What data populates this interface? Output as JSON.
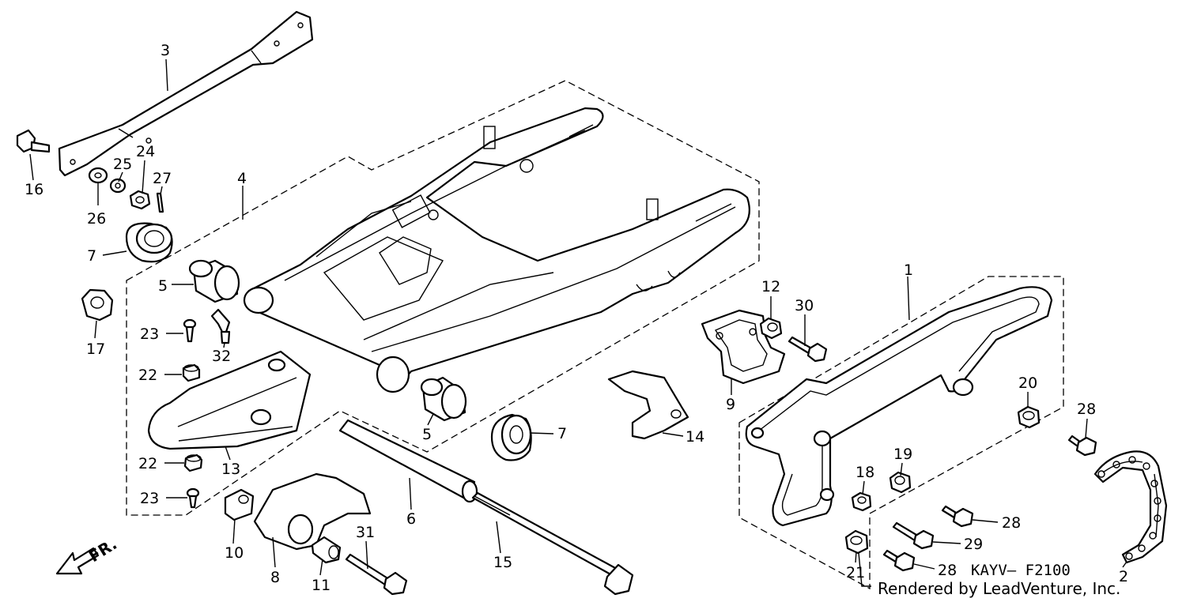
{
  "diagram": {
    "callouts": [
      {
        "id": "c1",
        "label": "1"
      },
      {
        "id": "c2",
        "label": "2"
      },
      {
        "id": "c3",
        "label": "3"
      },
      {
        "id": "c4",
        "label": "4"
      },
      {
        "id": "c5a",
        "label": "5"
      },
      {
        "id": "c5b",
        "label": "5"
      },
      {
        "id": "c6",
        "label": "6"
      },
      {
        "id": "c7a",
        "label": "7"
      },
      {
        "id": "c7b",
        "label": "7"
      },
      {
        "id": "c8",
        "label": "8"
      },
      {
        "id": "c9",
        "label": "9"
      },
      {
        "id": "c10",
        "label": "10"
      },
      {
        "id": "c11",
        "label": "11"
      },
      {
        "id": "c12",
        "label": "12"
      },
      {
        "id": "c13",
        "label": "13"
      },
      {
        "id": "c14",
        "label": "14"
      },
      {
        "id": "c15",
        "label": "15"
      },
      {
        "id": "c16",
        "label": "16"
      },
      {
        "id": "c17",
        "label": "17"
      },
      {
        "id": "c18",
        "label": "18"
      },
      {
        "id": "c19",
        "label": "19"
      },
      {
        "id": "c20",
        "label": "20"
      },
      {
        "id": "c21",
        "label": "21"
      },
      {
        "id": "c22a",
        "label": "22"
      },
      {
        "id": "c22b",
        "label": "22"
      },
      {
        "id": "c23a",
        "label": "23"
      },
      {
        "id": "c23b",
        "label": "23"
      },
      {
        "id": "c24",
        "label": "24"
      },
      {
        "id": "c25",
        "label": "25"
      },
      {
        "id": "c26",
        "label": "26"
      },
      {
        "id": "c27",
        "label": "27"
      },
      {
        "id": "c28a",
        "label": "28"
      },
      {
        "id": "c28b",
        "label": "28"
      },
      {
        "id": "c28c",
        "label": "28"
      },
      {
        "id": "c29",
        "label": "29"
      },
      {
        "id": "c30",
        "label": "30"
      },
      {
        "id": "c31",
        "label": "31"
      },
      {
        "id": "c32",
        "label": "32"
      }
    ],
    "direction_label": "FR.",
    "figure_code": "KAYV– F2100",
    "credit": "Rendered by LeadVenture, Inc."
  }
}
